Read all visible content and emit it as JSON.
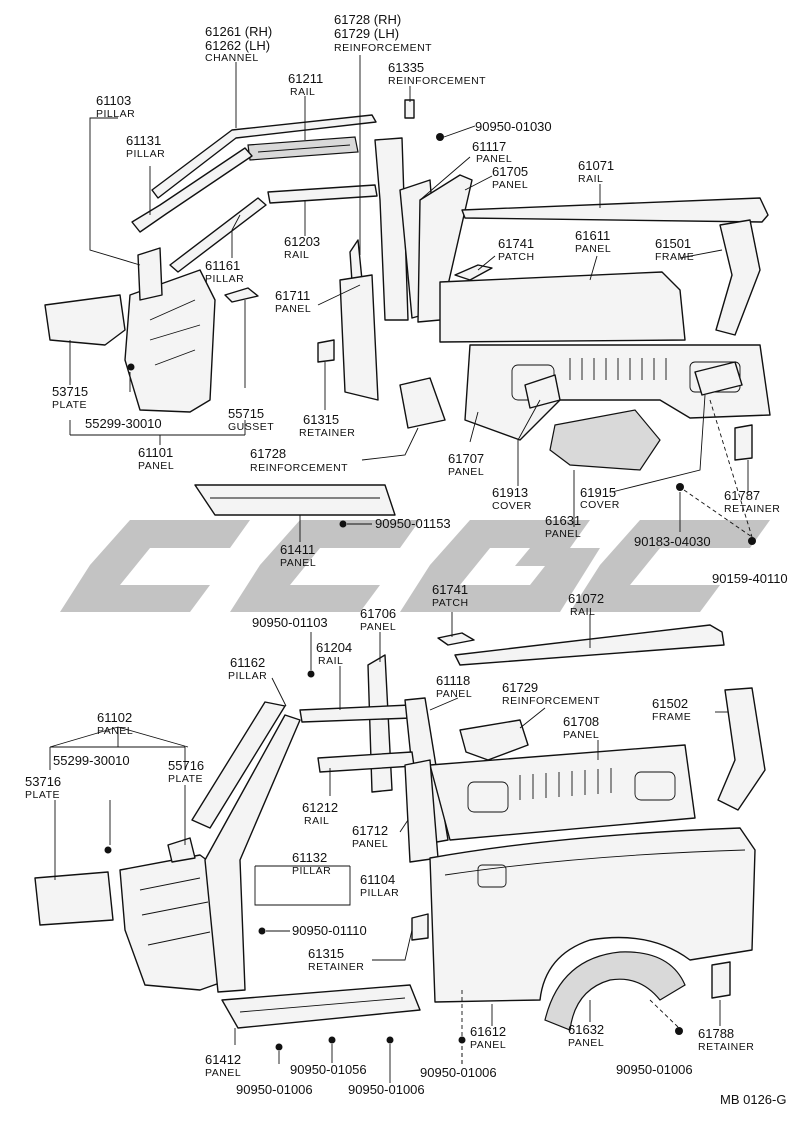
{
  "diagram": {
    "code": "MB 0126-G",
    "parts": {
      "p61261": {
        "num": "61261 (RH)",
        "num2": "61262 (LH)",
        "name": "CHANNEL"
      },
      "p61728t": {
        "num": "61728 (RH)",
        "num2": "61729 (LH)",
        "name": "REINFORCEMENT"
      },
      "p61335": {
        "num": "61335",
        "name": "REINFORCEMENT"
      },
      "p61211": {
        "num": "61211",
        "name": "RAIL"
      },
      "p61103": {
        "num": "61103",
        "name": "PILLAR"
      },
      "p61131": {
        "num": "61131",
        "name": "PILLAR"
      },
      "b90950_01030": {
        "num": "90950-01030"
      },
      "p61117": {
        "num": "61117",
        "name": "PANEL"
      },
      "p61705": {
        "num": "61705",
        "name": "PANEL"
      },
      "p61071": {
        "num": "61071",
        "name": "RAIL"
      },
      "p61741a": {
        "num": "61741",
        "name": "PATCH"
      },
      "p61611": {
        "num": "61611",
        "name": "PANEL"
      },
      "p61501": {
        "num": "61501",
        "name": "FRAME"
      },
      "p61203": {
        "num": "61203",
        "name": "RAIL"
      },
      "p61161": {
        "num": "61161",
        "name": "PILLAR"
      },
      "p61711": {
        "num": "61711",
        "name": "PANEL"
      },
      "p53715": {
        "num": "53715",
        "name": "PLATE"
      },
      "p55715": {
        "num": "55715",
        "name": "GUSSET"
      },
      "b55299a": {
        "num": "55299-30010"
      },
      "p61101": {
        "num": "61101",
        "name": "PANEL"
      },
      "p61315a": {
        "num": "61315",
        "name": "RETAINER"
      },
      "p61728b": {
        "num": "61728",
        "name": "REINFORCEMENT"
      },
      "p61707": {
        "num": "61707",
        "name": "PANEL"
      },
      "p61913": {
        "num": "61913",
        "name": "COVER"
      },
      "p61915": {
        "num": "61915",
        "name": "COVER"
      },
      "p61631": {
        "num": "61631",
        "name": "PANEL"
      },
      "p61787": {
        "num": "61787",
        "name": "RETAINER"
      },
      "b90183": {
        "num": "90183-04030"
      },
      "b90159": {
        "num": "90159-40110"
      },
      "p61411": {
        "num": "61411",
        "name": "PANEL"
      },
      "b90950_01153": {
        "num": "90950-01153"
      },
      "p61741b": {
        "num": "61741",
        "name": "PATCH"
      },
      "p61072": {
        "num": "61072",
        "name": "RAIL"
      },
      "b90950_01103": {
        "num": "90950-01103"
      },
      "p61706": {
        "num": "61706",
        "name": "PANEL"
      },
      "p61204": {
        "num": "61204",
        "name": "RAIL"
      },
      "p61162": {
        "num": "61162",
        "name": "PILLAR"
      },
      "p61118": {
        "num": "61118",
        "name": "PANEL"
      },
      "p61729b": {
        "num": "61729",
        "name": "REINFORCEMENT"
      },
      "p61502": {
        "num": "61502",
        "name": "FRAME"
      },
      "p61102": {
        "num": "61102",
        "name": "PANEL"
      },
      "b55299b": {
        "num": "55299-30010"
      },
      "p55716": {
        "num": "55716",
        "name": "PLATE"
      },
      "p53716": {
        "num": "53716",
        "name": "PLATE"
      },
      "p61708": {
        "num": "61708",
        "name": "PANEL"
      },
      "p61212": {
        "num": "61212",
        "name": "RAIL"
      },
      "p61712": {
        "num": "61712",
        "name": "PANEL"
      },
      "p61132": {
        "num": "61132",
        "name": "PILLAR"
      },
      "p61104": {
        "num": "61104",
        "name": "PILLAR"
      },
      "b90950_01110": {
        "num": "90950-01110"
      },
      "p61315b": {
        "num": "61315",
        "name": "RETAINER"
      },
      "p61412": {
        "num": "61412",
        "name": "PANEL"
      },
      "b90950_01056": {
        "num": "90950-01056"
      },
      "b90950_01006a": {
        "num": "90950-01006"
      },
      "b90950_01006b": {
        "num": "90950-01006"
      },
      "b90950_01006c": {
        "num": "90950-01006"
      },
      "b90950_01006d": {
        "num": "90950-01006"
      },
      "p61612": {
        "num": "61612",
        "name": "PANEL"
      },
      "p61632": {
        "num": "61632",
        "name": "PANEL"
      },
      "p61788": {
        "num": "61788",
        "name": "RETAINER"
      }
    }
  }
}
